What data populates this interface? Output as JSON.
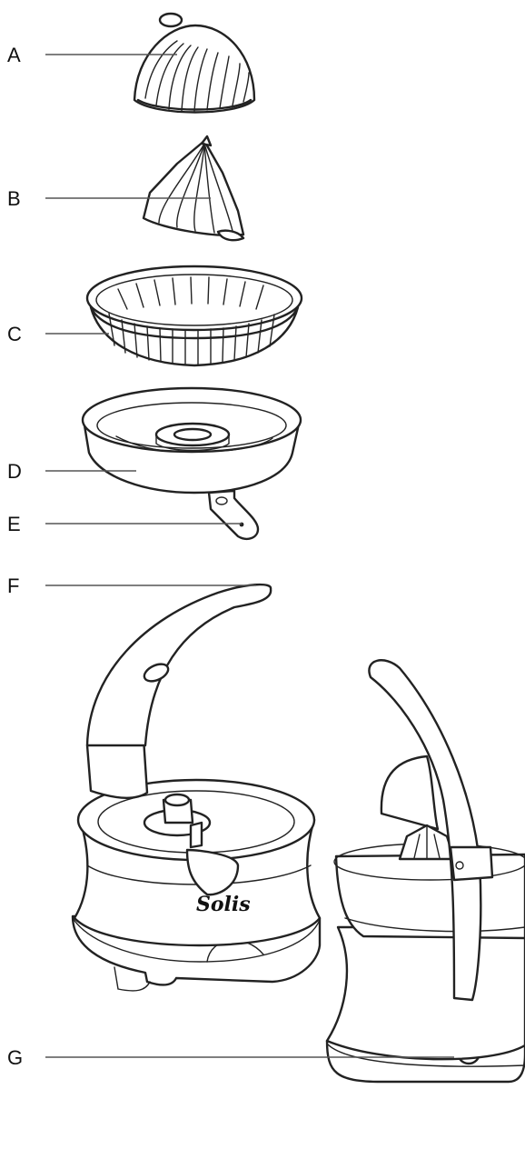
{
  "labels": {
    "a": "A",
    "b": "B",
    "c": "C",
    "d": "D",
    "e": "E",
    "f": "F",
    "g": "G"
  },
  "brand": "Solis"
}
